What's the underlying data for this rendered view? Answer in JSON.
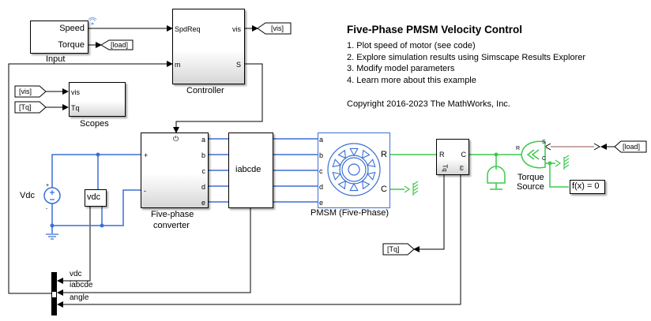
{
  "model": {
    "title": "Five-Phase PMSM Velocity Control",
    "links": [
      "1. Plot speed of motor (see code)",
      "2. Explore simulation results using Simscape Results Explorer",
      "3. Modify model parameters",
      "4. Learn more about this example"
    ],
    "copyright": "Copyright 2016-2023 The MathWorks, Inc."
  },
  "colors": {
    "electrical": "#3b6fd6",
    "mechanical": "#3ec94c",
    "physical_signal": "#a87474",
    "signal": "#000000"
  },
  "blocks": {
    "input": {
      "label": "Input",
      "ports": [
        "Speed",
        "Torque"
      ]
    },
    "controller": {
      "label": "Controller",
      "inports": [
        "SpdReq",
        "m"
      ],
      "outports": [
        "vis",
        "S"
      ]
    },
    "scopes": {
      "label": "Scopes",
      "inports": [
        "vis",
        "Tq"
      ]
    },
    "converter": {
      "label_line1": "Five-phase",
      "label_line2": "converter",
      "ports": [
        "a",
        "b",
        "c",
        "d",
        "e"
      ],
      "plus": "+",
      "minus": "-"
    },
    "sensor": {
      "label": "iabcde"
    },
    "pmsm": {
      "label": "PMSM (Five-Phase)",
      "ports": [
        "a",
        "b",
        "c",
        "d",
        "e"
      ],
      "R": "R",
      "C": "C"
    },
    "vdc_source": {
      "label": "Vdc",
      "plus": "+",
      "minus": "-"
    },
    "vdc_sensor": {
      "label": "vdc"
    },
    "torque_sensor": {
      "R": "R",
      "C": "C",
      "Tq": "Tq",
      "w": "ω"
    },
    "torque_source": {
      "label_line1": "Torque",
      "label_line2": "Source",
      "R": "R",
      "C": "C",
      "S": "S"
    },
    "solver": {
      "label": "f(x) = 0"
    },
    "bus": {
      "signals": [
        "vdc",
        "iabcde",
        "angle"
      ]
    }
  },
  "tags": {
    "load_from_input": "[load]",
    "vis_goto": "[vis]",
    "vis_from": "[vis]",
    "tq_from": "[Tq]",
    "tq_goto": "[Tq]",
    "load_from": "[load]"
  }
}
